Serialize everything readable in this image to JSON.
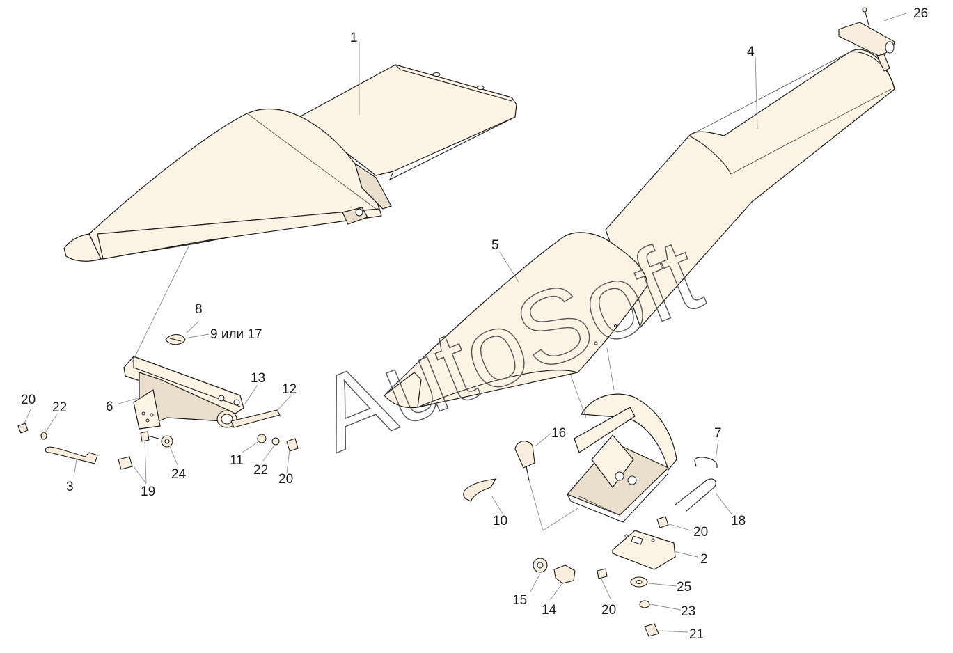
{
  "watermark": "AutoSoft",
  "callouts": [
    {
      "id": "c1",
      "label": "1"
    },
    {
      "id": "c2",
      "label": "2"
    },
    {
      "id": "c3",
      "label": "3"
    },
    {
      "id": "c4",
      "label": "4"
    },
    {
      "id": "c5",
      "label": "5"
    },
    {
      "id": "c6",
      "label": "6"
    },
    {
      "id": "c7",
      "label": "7"
    },
    {
      "id": "c8",
      "label": "8"
    },
    {
      "id": "c9",
      "label": "9 или 17"
    },
    {
      "id": "c10",
      "label": "10"
    },
    {
      "id": "c11",
      "label": "11"
    },
    {
      "id": "c12",
      "label": "12"
    },
    {
      "id": "c13",
      "label": "13"
    },
    {
      "id": "c14",
      "label": "14"
    },
    {
      "id": "c15",
      "label": "15"
    },
    {
      "id": "c16",
      "label": "16"
    },
    {
      "id": "c18",
      "label": "18"
    },
    {
      "id": "c19",
      "label": "19"
    },
    {
      "id": "c20a",
      "label": "20"
    },
    {
      "id": "c20b",
      "label": "20"
    },
    {
      "id": "c20c",
      "label": "20"
    },
    {
      "id": "c20d",
      "label": "20"
    },
    {
      "id": "c21",
      "label": "21"
    },
    {
      "id": "c22a",
      "label": "22"
    },
    {
      "id": "c22b",
      "label": "22"
    },
    {
      "id": "c23",
      "label": "23"
    },
    {
      "id": "c24",
      "label": "24"
    },
    {
      "id": "c25",
      "label": "25"
    },
    {
      "id": "c26",
      "label": "26"
    }
  ]
}
